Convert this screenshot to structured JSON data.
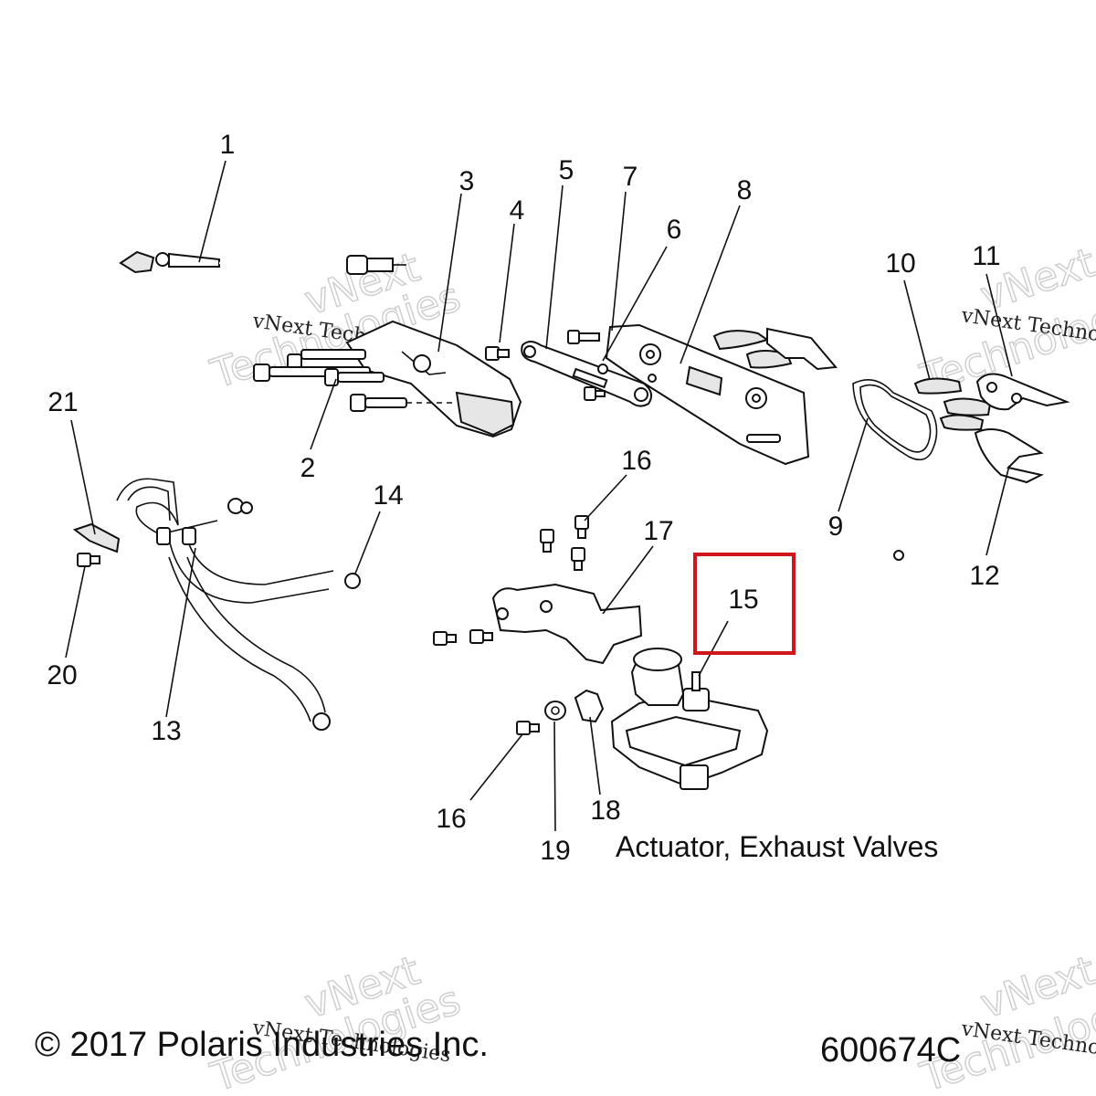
{
  "callouts": [
    {
      "id": "1",
      "label": "1"
    },
    {
      "id": "2",
      "label": "2"
    },
    {
      "id": "3",
      "label": "3"
    },
    {
      "id": "4",
      "label": "4"
    },
    {
      "id": "5",
      "label": "5"
    },
    {
      "id": "6",
      "label": "6"
    },
    {
      "id": "7",
      "label": "7"
    },
    {
      "id": "8",
      "label": "8"
    },
    {
      "id": "9",
      "label": "9"
    },
    {
      "id": "10",
      "label": "10"
    },
    {
      "id": "11",
      "label": "11"
    },
    {
      "id": "12",
      "label": "12"
    },
    {
      "id": "13",
      "label": "13"
    },
    {
      "id": "14",
      "label": "14"
    },
    {
      "id": "15",
      "label": "15"
    },
    {
      "id": "16a",
      "label": "16"
    },
    {
      "id": "16b",
      "label": "16"
    },
    {
      "id": "17",
      "label": "17"
    },
    {
      "id": "18",
      "label": "18"
    },
    {
      "id": "19",
      "label": "19"
    },
    {
      "id": "20",
      "label": "20"
    },
    {
      "id": "21",
      "label": "21"
    }
  ],
  "highlight": {
    "callout": "15",
    "color": "#d0161b"
  },
  "caption": "Actuator, Exhaust Valves",
  "footer": {
    "copyright": "© 2017 Polaris Industries Inc.",
    "drawing_number": "600674C"
  },
  "watermark": {
    "line1": "vNext Technologies",
    "line2": "vNext",
    "line3": "Technologies"
  }
}
